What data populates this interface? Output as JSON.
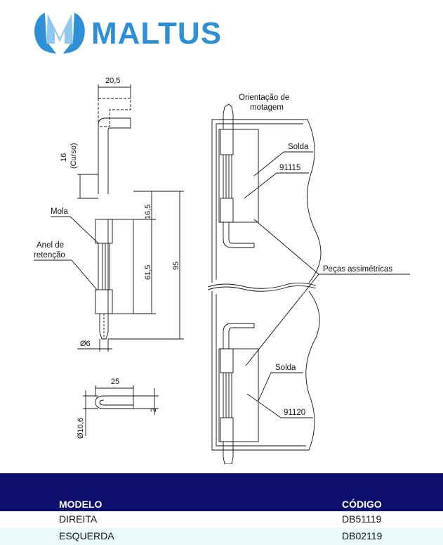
{
  "brand": {
    "name": "MALTUS",
    "color": "#2e8fd6"
  },
  "drawing": {
    "left_view": {
      "dim_width": "20,5",
      "dim_stroke": "16",
      "dim_stroke_note": "(Curso)",
      "dim_top": "16,5",
      "dim_body": "61,5",
      "dim_total": "95",
      "dim_pin": "Ø6",
      "label_spring": "Mola",
      "label_ring_1": "Anel de",
      "label_ring_2": "retenção"
    },
    "bottom_view": {
      "dim_length": "25",
      "dim_thickness": "2",
      "dim_diameter": "Ø10,6"
    },
    "right_view": {
      "orientation_1": "Orientação de",
      "orientation_2": "motagem",
      "weld_top": "Solda",
      "code_top": "91115",
      "asym_parts": "Peças assimétricas",
      "weld_bottom": "Solda",
      "code_bottom": "91120"
    }
  },
  "table": {
    "header_model": "MODELO",
    "header_code": "CÓDIGO",
    "header_color": "#0c0f6e",
    "rows": [
      {
        "model": "DIREITA",
        "code": "DB51119"
      },
      {
        "model": "ESQUERDA",
        "code": "DB02119"
      }
    ]
  }
}
